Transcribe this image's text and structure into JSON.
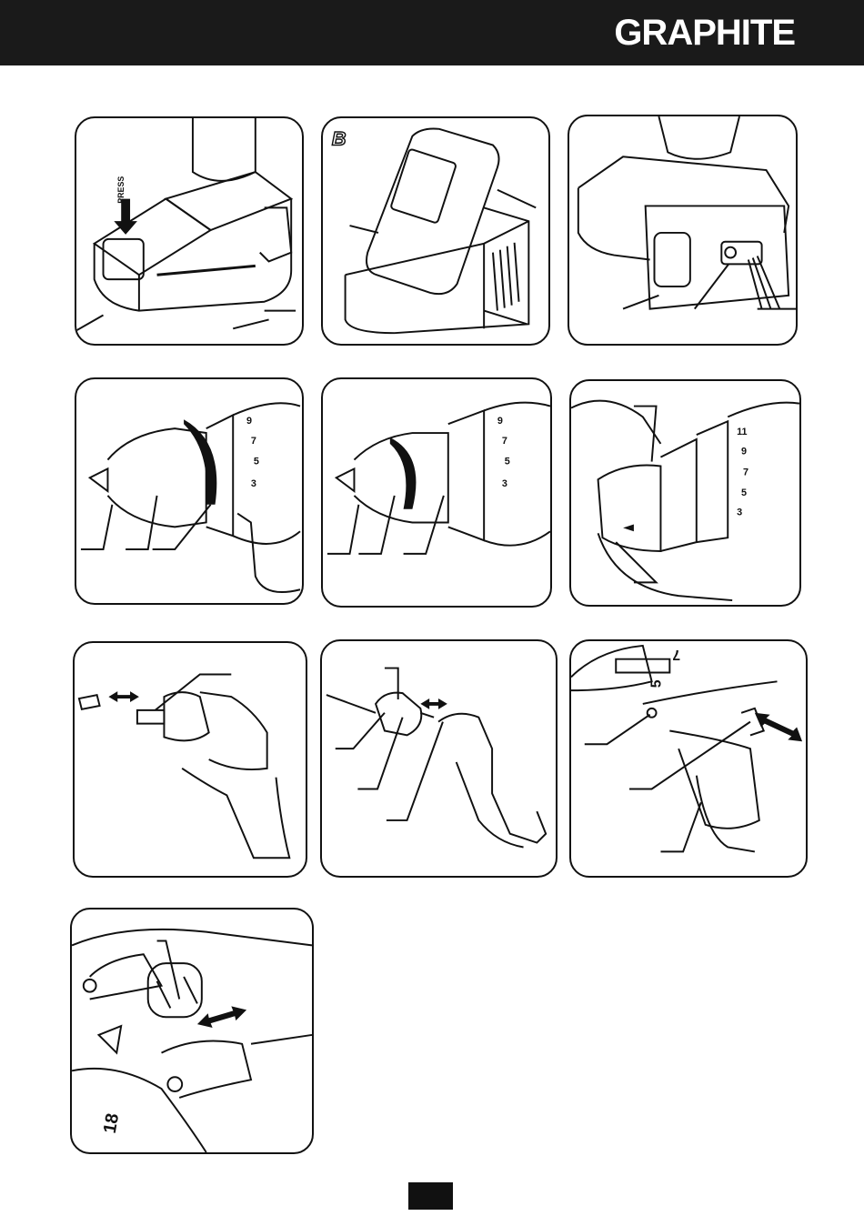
{
  "header": {
    "logo_text": "GRAPHITE",
    "background": "#1a1a1a"
  },
  "figures": [
    {
      "id": "battery-insert",
      "press_label": "PRESS"
    },
    {
      "id": "charger",
      "figure_letter": "B"
    },
    {
      "id": "battery-indicator"
    },
    {
      "id": "torque-ring",
      "dial_numbers": [
        "9",
        "7",
        "5",
        "3"
      ]
    },
    {
      "id": "chuck-sleeve",
      "dial_numbers": [
        "9",
        "7",
        "5",
        "3"
      ]
    },
    {
      "id": "chuck-tighten",
      "dial_numbers": [
        "11",
        "9",
        "7",
        "5",
        "3"
      ]
    },
    {
      "id": "bit-insert"
    },
    {
      "id": "drill-bit-insert"
    },
    {
      "id": "direction-switch",
      "dial_numbers": [
        "7",
        "5"
      ]
    },
    {
      "id": "gear-switch",
      "dial_numbers": [
        "18"
      ]
    }
  ],
  "page_number": ""
}
